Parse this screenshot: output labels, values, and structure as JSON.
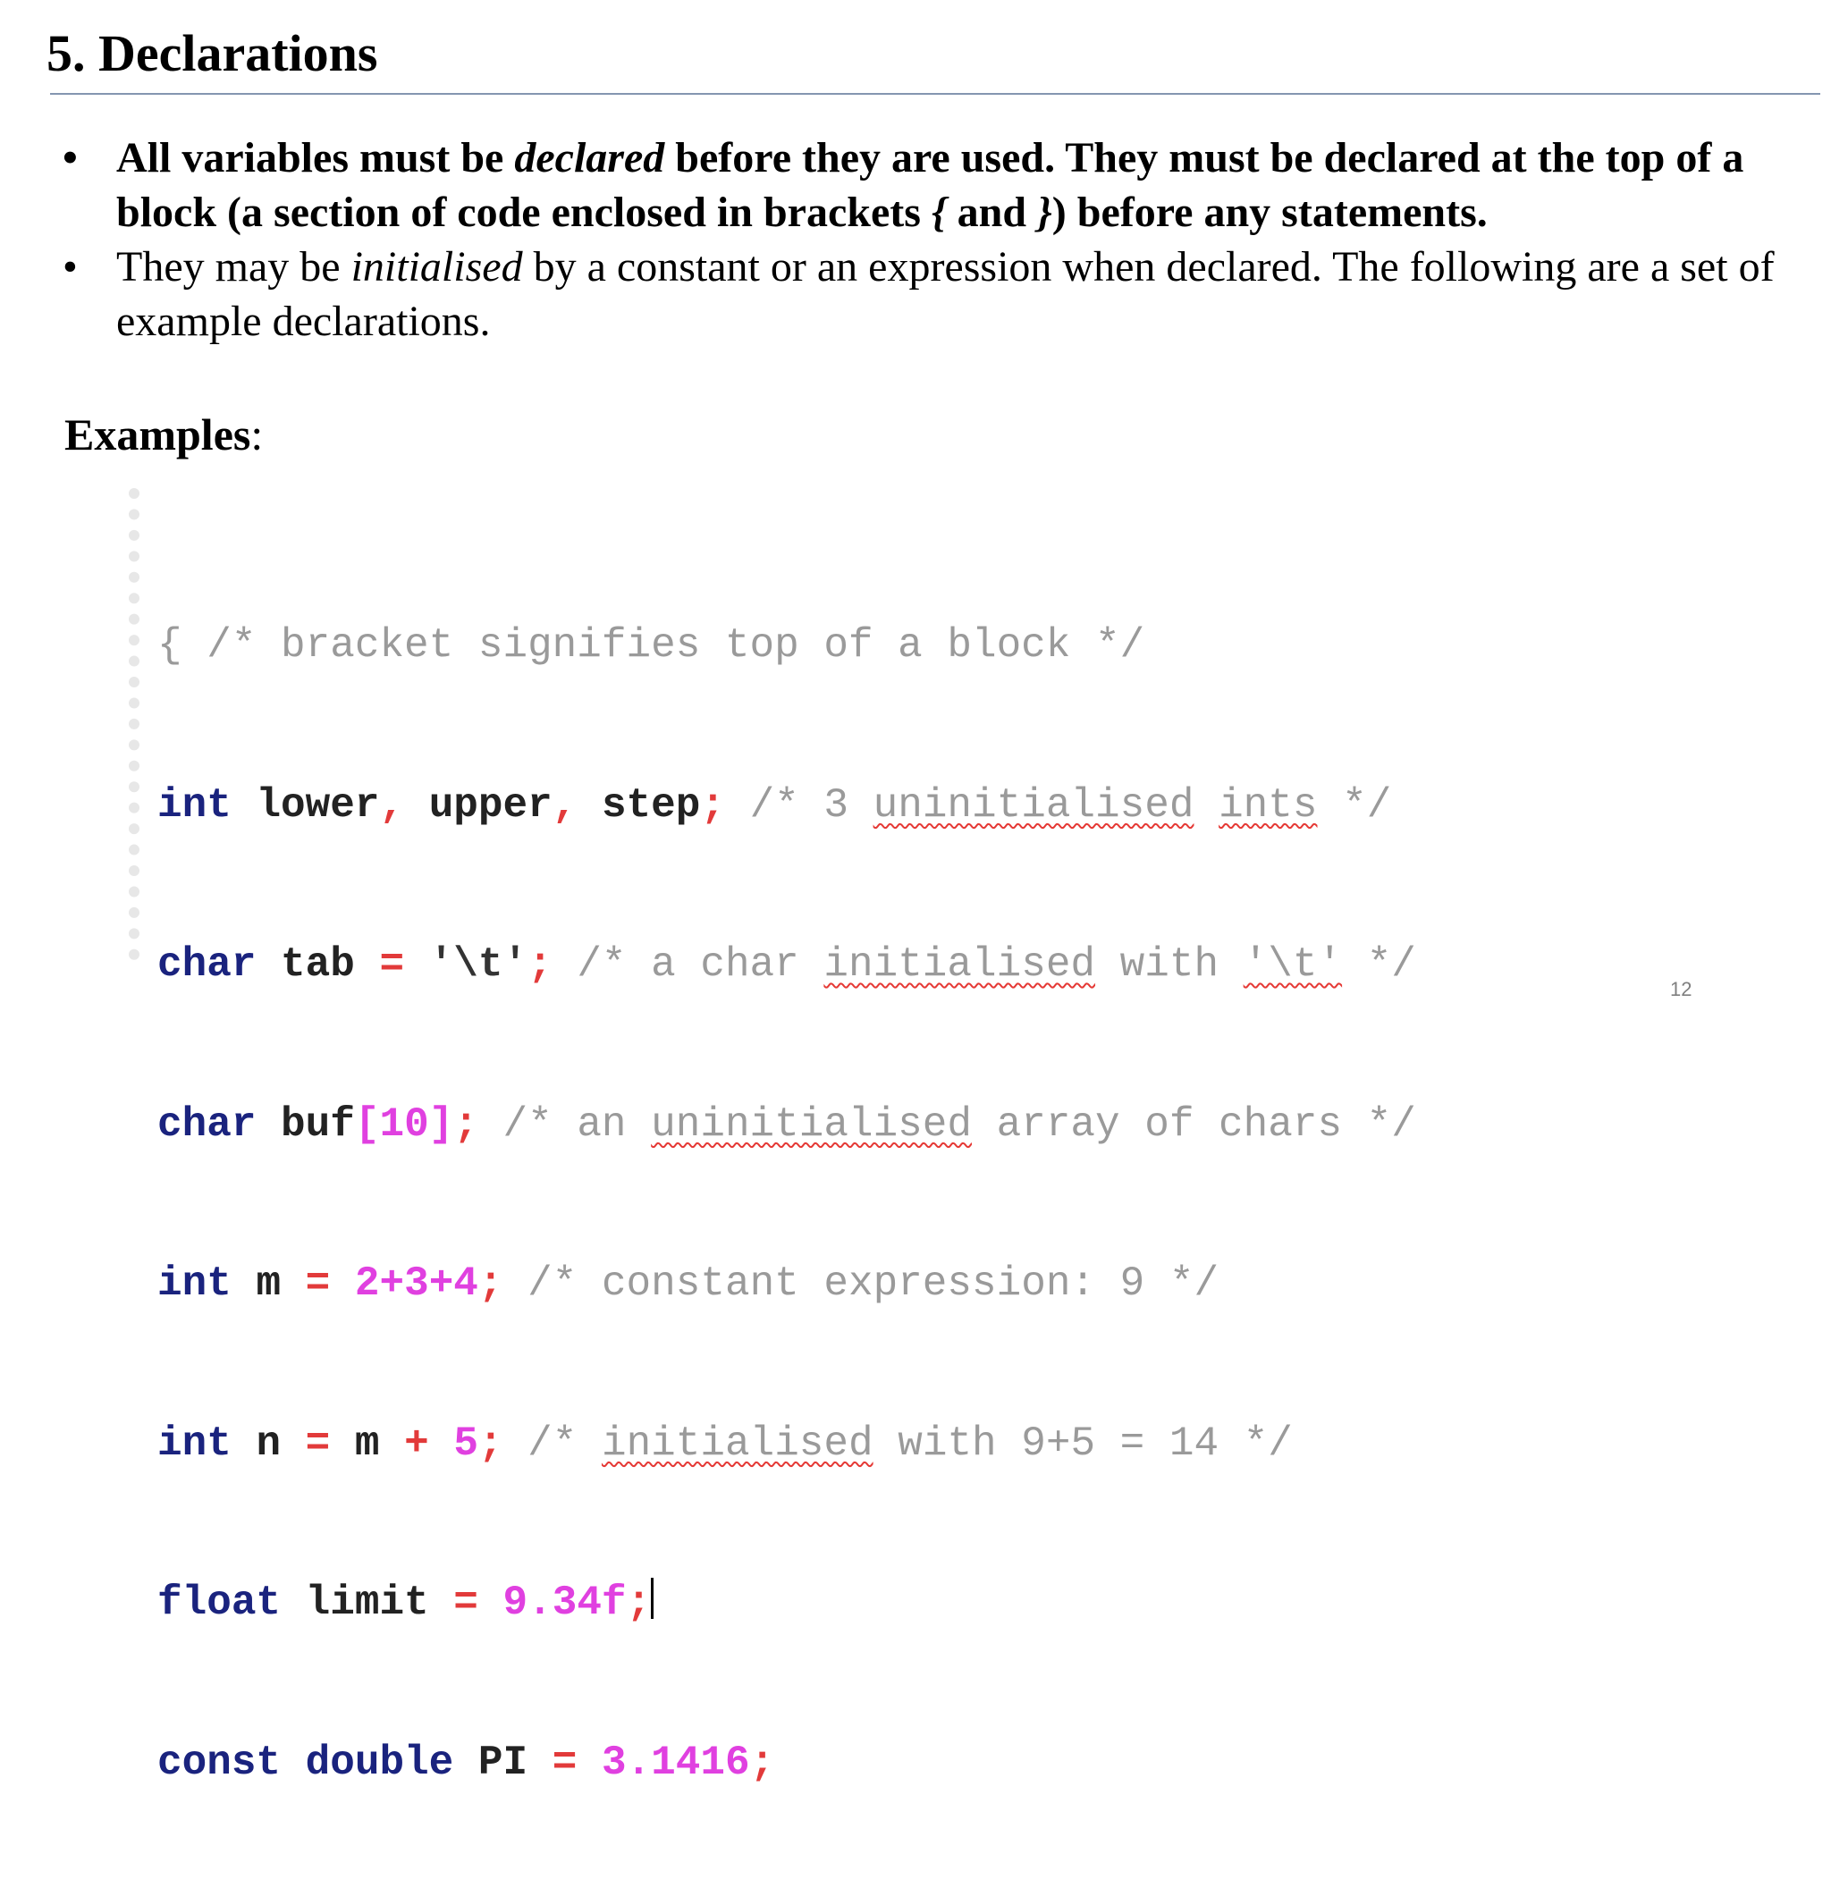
{
  "slide": {
    "title": "5. Declarations",
    "page_number": "12"
  },
  "bullets": [
    {
      "symbol": "•",
      "parts": [
        "All variables must be ",
        "declared",
        " before they are used. They must be declared at the top of a block (a section of code enclosed in brackets ",
        "{",
        " and ",
        "}",
        ") before any statements."
      ]
    },
    {
      "symbol": "•",
      "parts": [
        "They may be ",
        "initialised",
        " by a constant or an expression when declared. The following are a set of example declarations."
      ]
    }
  ],
  "examples": {
    "label": "Examples",
    "colon": ":"
  },
  "code": {
    "line1": {
      "brace": "{",
      "comment": "/* bracket signifies top of a block */"
    },
    "line2": {
      "kw": "int",
      "ids": "lower",
      "c1": ",",
      "id2": "upper",
      "c2": ",",
      "id3": "step",
      "semi": ";",
      "cm_a": "/* 3 ",
      "cm_sq1": "uninitialised",
      "cm_b": " ",
      "cm_sq2": "ints",
      "cm_c": " */"
    },
    "line3": {
      "kw": "char",
      "id": "tab",
      "eq": "=",
      "lit": "'\\t'",
      "semi": ";",
      "cm_a": "/* a char ",
      "cm_sq1": "initialised",
      "cm_b": " with ",
      "cm_sq2": "'\\t'",
      "cm_c": " */"
    },
    "line4": {
      "kw": "char",
      "id": "buf",
      "br": "[10]",
      "semi": ";",
      "cm_a": "/* an ",
      "cm_sq1": "uninitialised",
      "cm_b": " array of chars */"
    },
    "line5": {
      "kw": "int",
      "id": "m",
      "eq": "=",
      "expr": "2+3+4",
      "semi": ";",
      "cm": "/* constant expression: 9 */"
    },
    "line6": {
      "kw": "int",
      "id": "n",
      "eq": "=",
      "id2": "m",
      "plus": "+",
      "num": "5",
      "semi": ";",
      "cm_a": "/* ",
      "cm_sq1": "initialised",
      "cm_b": " with 9+5 = 14 */"
    },
    "line7": {
      "kw": "float",
      "id": "limit",
      "eq": "=",
      "num": "9.34f",
      "semi": ";"
    },
    "line8": {
      "kw1": "const",
      "kw2": "double",
      "id": "PI",
      "eq": "=",
      "num": "3.1416",
      "semi": ";"
    }
  }
}
